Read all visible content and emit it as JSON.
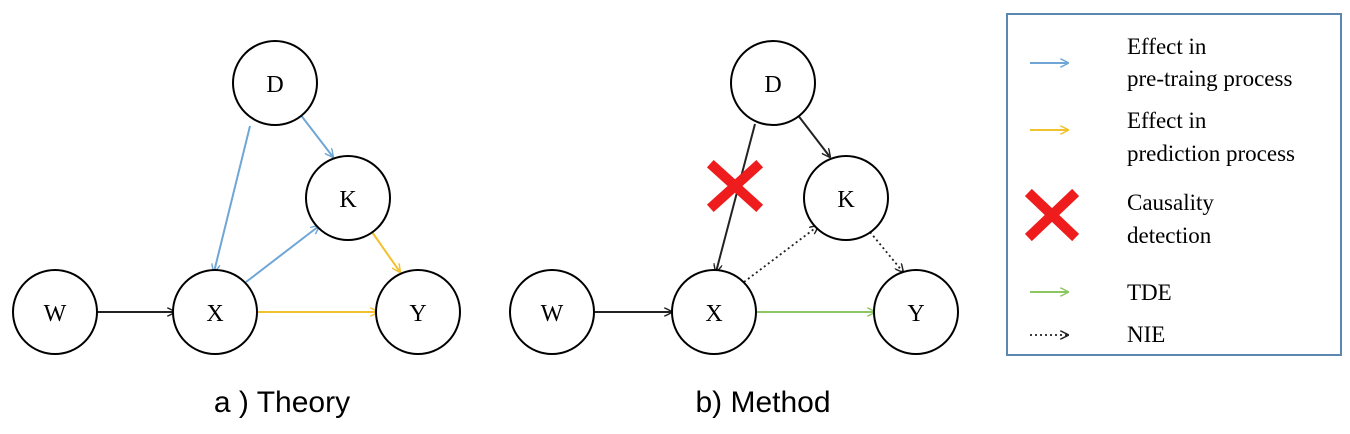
{
  "colors": {
    "pretrain": "#6fa6d6",
    "prediction": "#f2c12e",
    "tde": "#8cc660",
    "cross": "#ee1c1c",
    "legend_border": "#5b87b0",
    "black": "#222222"
  },
  "panel_a": {
    "caption": "a ) Theory",
    "nodes": {
      "D": "D",
      "K": "K",
      "W": "W",
      "X": "X",
      "Y": "Y"
    }
  },
  "panel_b": {
    "caption": "b) Method",
    "nodes": {
      "D": "D",
      "K": "K",
      "W": "W",
      "X": "X",
      "Y": "Y"
    }
  },
  "legend": {
    "pretrain": [
      "Effect in",
      "pre-traing process"
    ],
    "prediction": [
      "Effect in",
      "prediction process"
    ],
    "causality": [
      "Causality",
      "detection"
    ],
    "tde": "TDE",
    "nie": "NIE"
  }
}
